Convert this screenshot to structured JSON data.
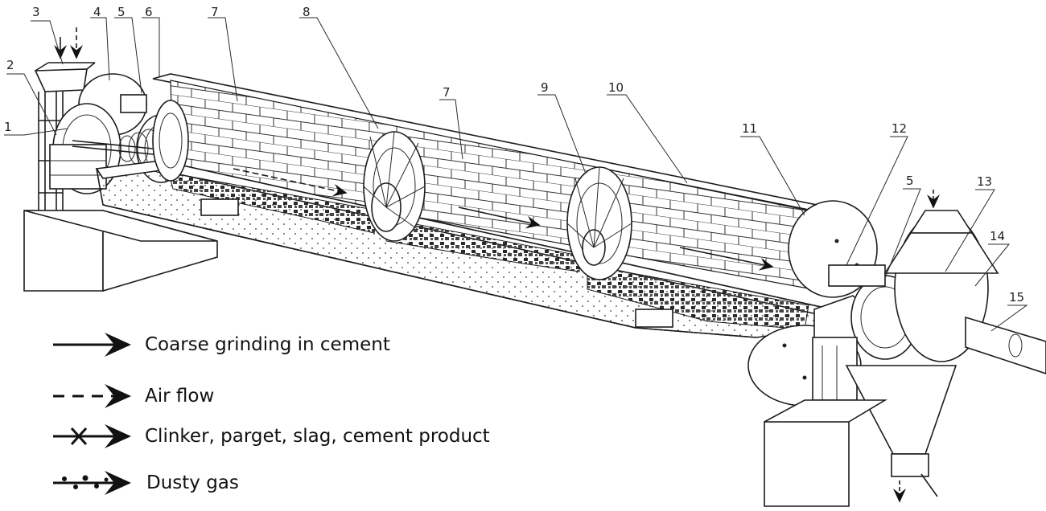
{
  "diagram": {
    "part_labels": [
      {
        "id": "p1",
        "text": "1"
      },
      {
        "id": "p2",
        "text": "2"
      },
      {
        "id": "p3",
        "text": "3"
      },
      {
        "id": "p4",
        "text": "4"
      },
      {
        "id": "p5a",
        "text": "5"
      },
      {
        "id": "p6",
        "text": "6"
      },
      {
        "id": "p7a",
        "text": "7"
      },
      {
        "id": "p8",
        "text": "8"
      },
      {
        "id": "p7b",
        "text": "7"
      },
      {
        "id": "p9",
        "text": "9"
      },
      {
        "id": "p10",
        "text": "10"
      },
      {
        "id": "p11",
        "text": "11"
      },
      {
        "id": "p12",
        "text": "12"
      },
      {
        "id": "p5b",
        "text": "5"
      },
      {
        "id": "p13",
        "text": "13"
      },
      {
        "id": "p14",
        "text": "14"
      },
      {
        "id": "p15",
        "text": "15"
      }
    ],
    "legend": [
      {
        "id": "solid",
        "text": "Coarse grinding in cement"
      },
      {
        "id": "dashed",
        "text": "Air flow"
      },
      {
        "id": "cross",
        "text": "Clinker, parget, slag, cement product"
      },
      {
        "id": "dusty",
        "text": "Dusty gas"
      }
    ]
  }
}
